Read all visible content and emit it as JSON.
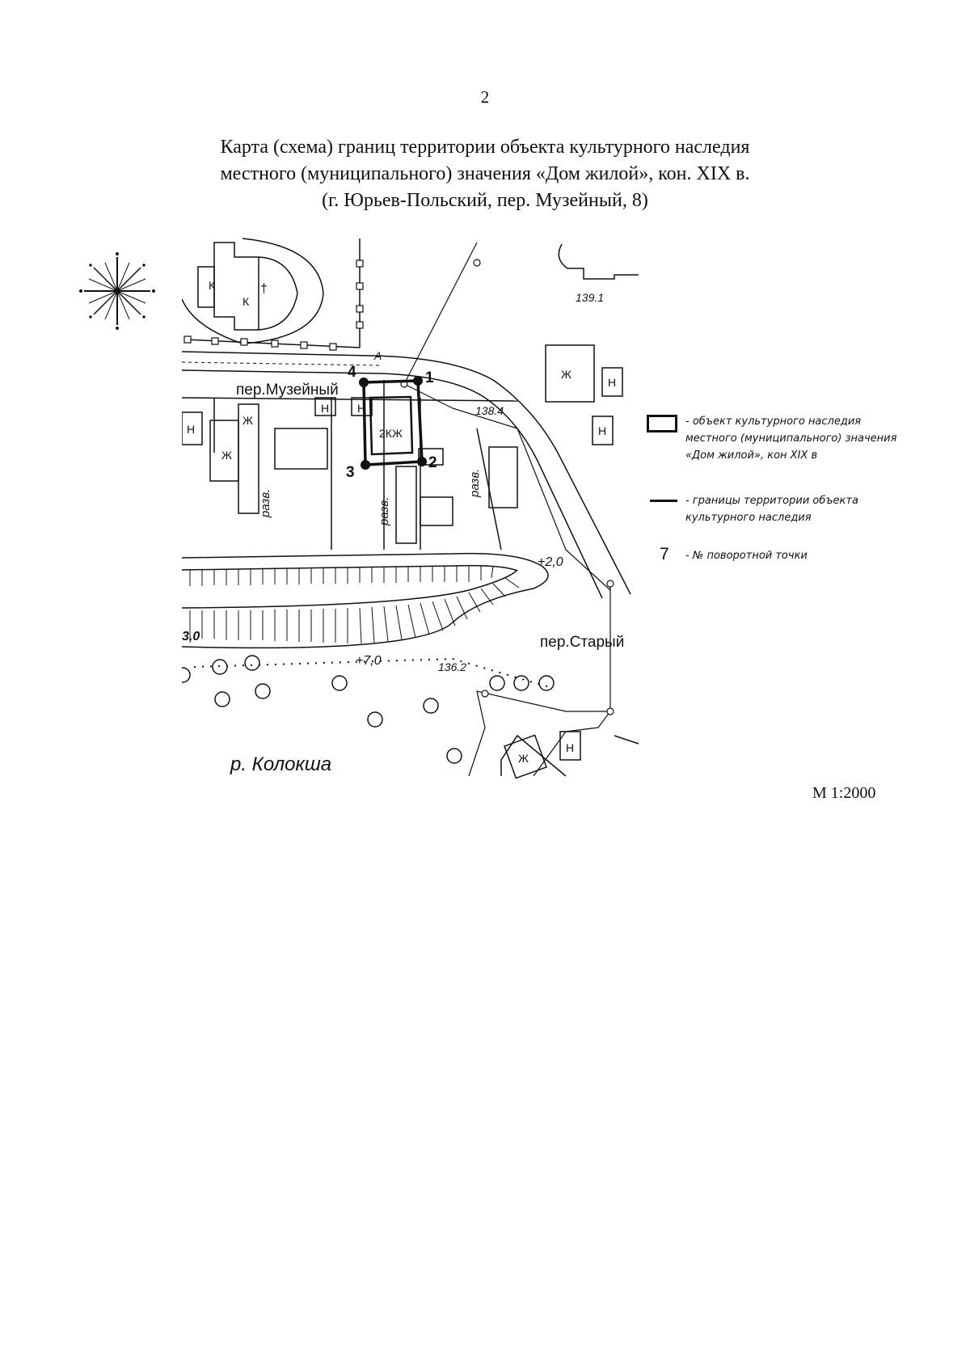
{
  "page_number": "2",
  "title": {
    "line1": "Карта (схема) границ территории объекта культурного наследия",
    "line2": "местного (муниципального) значения «Дом жилой», кон. XIX в.",
    "line3": "(г. Юрьев-Польский, пер. Музейный, 8)"
  },
  "scale": "М 1:2000",
  "map": {
    "streets": [
      "пер.Музейный",
      "пер.Старый"
    ],
    "river": "р. Колокша",
    "building_label": "2КЖ",
    "elevations": [
      "139.1",
      "138.4",
      "136.2",
      "+2,0",
      "+7,0",
      "3,0"
    ],
    "building_marks": {
      "k": "К",
      "zh": "Ж",
      "n": "Н"
    },
    "razv": "разв.",
    "cross": "†",
    "letter_a": "А",
    "turning_points": [
      "1",
      "2",
      "3",
      "4"
    ]
  },
  "legend": {
    "item1": [
      "- объект культурного наследия",
      "местного (муниципального) значения",
      "«Дом жилой», кон XIX в"
    ],
    "item2": [
      "- границы территории объекта",
      "культурного наследия"
    ],
    "item3_num": "7",
    "item3": "- № поворотной точки"
  }
}
